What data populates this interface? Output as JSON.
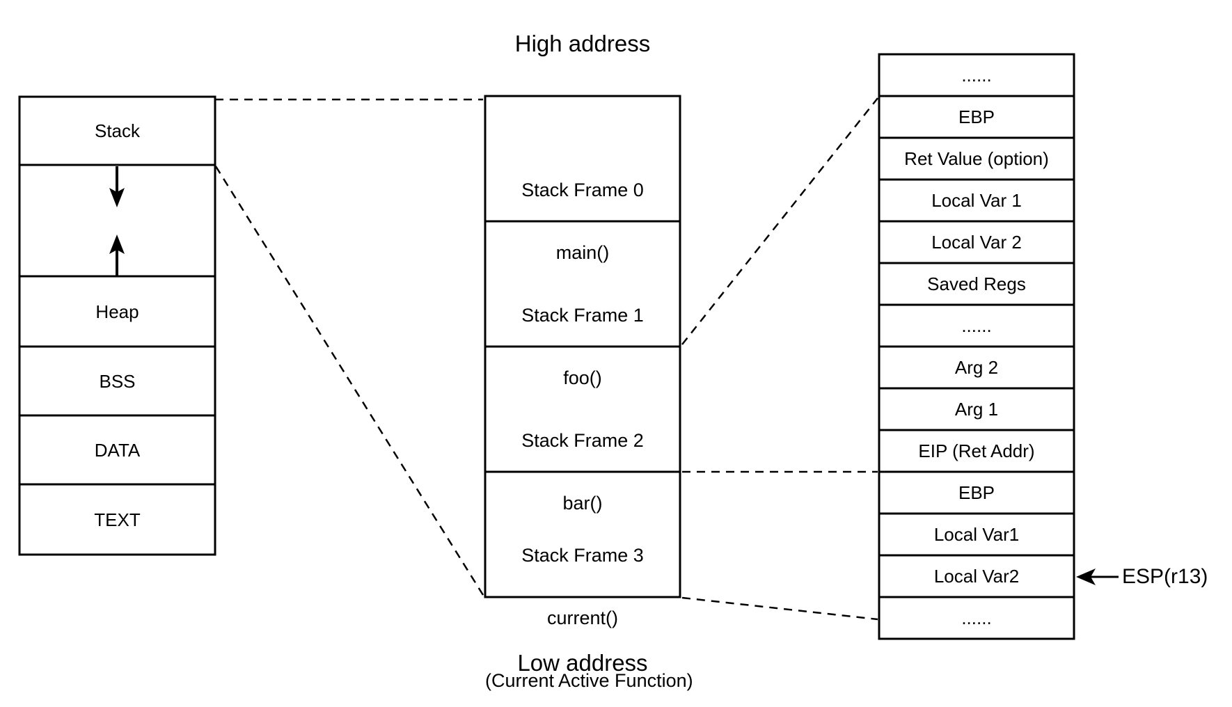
{
  "titles": {
    "high_address": "High address",
    "low_address": "Low address"
  },
  "memory_map": {
    "stack": "Stack",
    "heap": "Heap",
    "bss": "BSS",
    "data": "DATA",
    "text": "TEXT"
  },
  "stack_frames": [
    {
      "title": "Stack Frame 0",
      "function": "main()"
    },
    {
      "title": "Stack Frame 1",
      "function": "foo()"
    },
    {
      "title": "Stack Frame 2",
      "function": "bar()"
    },
    {
      "title": "Stack Frame 3",
      "function": "current()",
      "note": "(Current Active Function)"
    }
  ],
  "frame_detail": {
    "rows": [
      "......",
      "EBP",
      "Ret Value (option)",
      "Local Var 1",
      "Local Var 2",
      "Saved Regs",
      "......",
      "Arg 2",
      "Arg 1",
      "EIP (Ret Addr)",
      "EBP",
      "Local Var1",
      "Local Var2",
      "......"
    ]
  },
  "esp": {
    "label": "ESP(r13)"
  },
  "icons": {
    "stack_growth": "down-arrow",
    "heap_growth": "up-arrow",
    "esp_pointer": "left-arrow"
  },
  "colors": {
    "foreground": "#000000",
    "background": "#ffffff"
  }
}
